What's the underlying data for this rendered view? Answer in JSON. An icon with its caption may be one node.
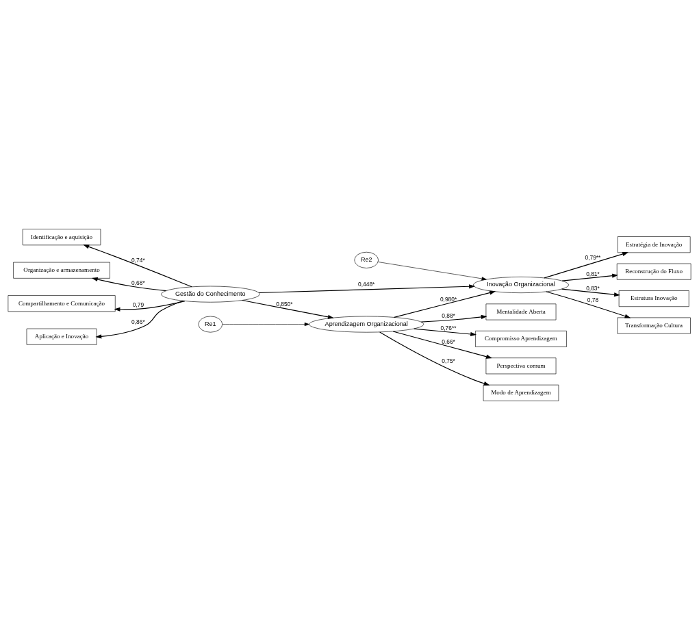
{
  "diagram": {
    "nodes": [
      {
        "text": [
          "Gestão do Conhecimento"
        ]
      },
      {
        "text": [
          "Aprendizagem Organizacional"
        ]
      },
      {
        "text": [
          "Inovação Organizacional"
        ]
      },
      {
        "text": [
          "Re1"
        ]
      },
      {
        "text": [
          "Re2"
        ]
      },
      {
        "text": [
          "Identificação e aquisição"
        ]
      },
      {
        "text": [
          "Organização e armazenamento"
        ]
      },
      {
        "text": [
          "Compartilhamento e Comunicação"
        ]
      },
      {
        "text": [
          "Aplicação e Inovação"
        ]
      },
      {
        "text": [
          "Compromisso Aprendizagem"
        ]
      },
      {
        "text": [
          "Perspectiva comum"
        ]
      },
      {
        "text": [
          "Modo de Aprendizagem"
        ]
      },
      {
        "text": [
          "Mentalidade Aberta"
        ]
      },
      {
        "text": [
          "Estratégia de Inovação"
        ]
      },
      {
        "text": [
          "Reconstrução do Fluxo"
        ]
      },
      {
        "text": [
          "Estrutura Inovação"
        ]
      },
      {
        "text": [
          "Transformação Cultura"
        ]
      }
    ],
    "edges": [
      {
        "from": 0,
        "to": 5,
        "arrow": "to",
        "label": "0,74*"
      },
      {
        "from": 0,
        "to": 6,
        "arrow": "to",
        "label": "0,68*"
      },
      {
        "from": 0,
        "to": 7,
        "arrow": "to",
        "label": "0,79"
      },
      {
        "from": 0,
        "to": 8,
        "arrow": "to",
        "label": "0,86*"
      },
      {
        "from": 0,
        "to": 1,
        "arrow": "to",
        "label": "0,850*"
      },
      {
        "from": 0,
        "to": 2,
        "arrow": "to",
        "label": "0,448*"
      },
      {
        "from": 1,
        "to": 2,
        "arrow": "to",
        "label": "0,980*"
      },
      {
        "from": 3,
        "to": 1,
        "arrow": "to"
      },
      {
        "from": 4,
        "to": 2,
        "arrow": "to"
      },
      {
        "from": 1,
        "to": 9,
        "arrow": "to",
        "label": "0,76**"
      },
      {
        "from": 1,
        "to": 10,
        "arrow": "to",
        "label": "0,66*"
      },
      {
        "from": 1,
        "to": 11,
        "arrow": "to",
        "label": "0,75*"
      },
      {
        "from": 1,
        "to": 12,
        "arrow": "to",
        "label": "0,88*"
      },
      {
        "from": 2,
        "to": 13,
        "arrow": "to",
        "label": "0,79**"
      },
      {
        "from": 2,
        "to": 14,
        "arrow": "to",
        "label": "0,81*"
      },
      {
        "from": 2,
        "to": 15,
        "arrow": "to",
        "label": "0,83*"
      },
      {
        "from": 2,
        "to": 16,
        "arrow": "to",
        "label": "0,78"
      }
    ]
  }
}
